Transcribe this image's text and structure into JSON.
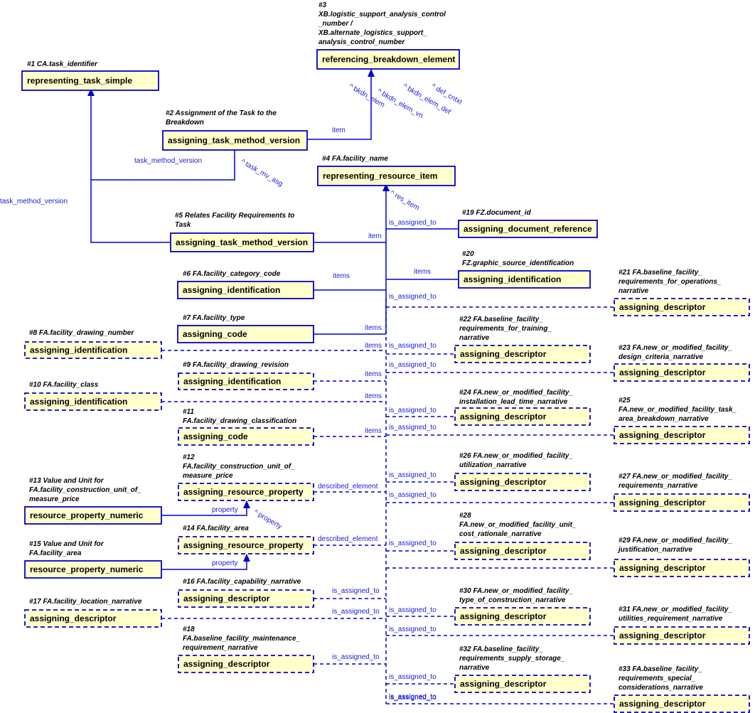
{
  "colors": {
    "box_fill": "#ffffcc",
    "line": "#0000cc",
    "label": "#1a1ad6"
  },
  "entities": [
    {
      "id": "e1",
      "name": "representing_task_simple",
      "style": "solid",
      "caption": [
        "#1 CA.task_identifier"
      ]
    },
    {
      "id": "e3",
      "name": "referencing_breakdown_element",
      "style": "solid",
      "caption": [
        "#3",
        "XB.logistic_support_analysis_control",
        "_number /",
        "XB.alternate_logistics_support_",
        "analysis_control_number"
      ]
    },
    {
      "id": "e2",
      "name": "assigning_task_method_version",
      "style": "solid",
      "caption": [
        "#2 Assignment of the Task to the",
        "Breakdown"
      ]
    },
    {
      "id": "e4",
      "name": "representing_resource_item",
      "style": "solid",
      "caption": [
        "#4 FA.facility_name"
      ]
    },
    {
      "id": "e5",
      "name": "assigning_task_method_version",
      "style": "solid",
      "caption": [
        "#5 Relates Facility Requirements to",
        "Task"
      ]
    },
    {
      "id": "e19",
      "name": "assigning_document_reference",
      "style": "solid",
      "caption": [
        "#19 FZ.document_id"
      ]
    },
    {
      "id": "e6",
      "name": "assigning_identification",
      "style": "solid",
      "caption": [
        "#6 FA.facility_category_code"
      ]
    },
    {
      "id": "e20",
      "name": "assigning_identification",
      "style": "solid",
      "caption": [
        "#20",
        "FZ.graphic_source_identification"
      ]
    },
    {
      "id": "e21",
      "name": "assigning_descriptor",
      "style": "dashed",
      "caption": [
        "#21 FA.baseline_facility_",
        "requirements_for_operations_",
        "narrative"
      ]
    },
    {
      "id": "e7",
      "name": "assigning_code",
      "style": "solid",
      "caption": [
        "#7 FA.facility_type"
      ]
    },
    {
      "id": "e8",
      "name": "assigning_identification",
      "style": "dashed",
      "caption": [
        "#8 FA.facility_drawing_number"
      ]
    },
    {
      "id": "e22",
      "name": "assigning_descriptor",
      "style": "dashed",
      "caption": [
        "#22 FA.baseline_facility_",
        "requirements_for_training_",
        "narrative"
      ]
    },
    {
      "id": "e23",
      "name": "assigning_descriptor",
      "style": "dashed",
      "caption": [
        "#23 FA.new_or_modified_facility_",
        "design_criteria_narrative"
      ]
    },
    {
      "id": "e9",
      "name": "assigning_identification",
      "style": "dashed",
      "caption": [
        "#9 FA.facility_drawing_revision"
      ]
    },
    {
      "id": "e10",
      "name": "assigning_identification",
      "style": "dashed",
      "caption": [
        "#10 FA.facility_class"
      ]
    },
    {
      "id": "e24",
      "name": "assigning_descriptor",
      "style": "dashed",
      "caption": [
        "#24 FA.new_or_modified_facility_",
        "installation_lead_time_narrative"
      ]
    },
    {
      "id": "e11",
      "name": "assigning_code",
      "style": "dashed",
      "caption": [
        "#11",
        "FA.facility_drawing_classification"
      ]
    },
    {
      "id": "e25",
      "name": "assigning_descriptor",
      "style": "dashed",
      "caption": [
        "#25",
        "FA.new_or_modified_facility_task_",
        "area_breakdown_narrative"
      ]
    },
    {
      "id": "e12",
      "name": "assigning_resource_property",
      "style": "dashed",
      "caption": [
        "#12",
        "FA.facility_construction_unit_of_",
        "measure_price"
      ]
    },
    {
      "id": "e26",
      "name": "assigning_descriptor",
      "style": "dashed",
      "caption": [
        "#26 FA.new_or_modified_facility_",
        "utilization_narrative"
      ]
    },
    {
      "id": "e13",
      "name": "resource_property_numeric",
      "style": "solid",
      "caption": [
        "#13 Value and Unit for",
        "FA.facility_construction_unit_of_",
        "measure_price"
      ]
    },
    {
      "id": "e27",
      "name": "assigning_descriptor",
      "style": "dashed",
      "caption": [
        "#27 FA.new_or_modified_facility_",
        "requirements_narrative"
      ]
    },
    {
      "id": "e14",
      "name": "assigning_resource_property",
      "style": "dashed",
      "caption": [
        "#14 FA.facility_area"
      ]
    },
    {
      "id": "e28",
      "name": "assigning_descriptor",
      "style": "dashed",
      "caption": [
        "#28",
        "FA.new_or_modified_facility_unit_",
        "cost_rationale_narrative"
      ]
    },
    {
      "id": "e15",
      "name": "resource_property_numeric",
      "style": "solid",
      "caption": [
        "#15 Value and Unit for",
        "FA.facility_area"
      ]
    },
    {
      "id": "e29",
      "name": "assigning_descriptor",
      "style": "dashed",
      "caption": [
        "#29 FA.new_or_modified_facility_",
        "justification_narrative"
      ]
    },
    {
      "id": "e16",
      "name": "assigning_descriptor",
      "style": "dashed",
      "caption": [
        "#16 FA.facility_capability_narrative"
      ]
    },
    {
      "id": "e17",
      "name": "assigning_descriptor",
      "style": "dashed",
      "caption": [
        "#17 FA.facility_location_narrative"
      ]
    },
    {
      "id": "e30",
      "name": "assigning_descriptor",
      "style": "dashed",
      "caption": [
        "#30 FA.new_or_modified_facility_",
        "type_of_construction_narrative"
      ]
    },
    {
      "id": "e31",
      "name": "assigning_descriptor",
      "style": "dashed",
      "caption": [
        "#31 FA.new_or_modified_facility_",
        "utilities_requirement_narrative"
      ]
    },
    {
      "id": "e18",
      "name": "assigning_descriptor",
      "style": "dashed",
      "caption": [
        "#18",
        "FA.baseline_facility_maintenance_",
        "requirement_narrative"
      ]
    },
    {
      "id": "e32",
      "name": "assigning_descriptor",
      "style": "dashed",
      "caption": [
        "#32 FA.baseline_facility_",
        "requirements_supply_storage_",
        "narrative"
      ]
    },
    {
      "id": "e33",
      "name": "assigning_descriptor",
      "style": "dashed",
      "caption": [
        "#33 FA.baseline_facility_",
        "requirements_special_",
        "considerations_narrative"
      ]
    }
  ],
  "labels": [
    "^ bkdn_elem",
    "^ bkdn_elem_vn",
    "^ bkdn_elem_def",
    "^ def_cntxt",
    "item",
    "task_method_version",
    "^ task_mv_asg",
    "task_method_version",
    "^ res_item",
    "is_assigned_to",
    "item",
    "items",
    "items",
    "is_assigned_to",
    "items",
    "items",
    "is_assigned_to",
    "is_assigned_to",
    "items",
    "items",
    "is_assigned_to",
    "items",
    "is_assigned_to",
    "is_assigned_to",
    "described_element",
    "is_assigned_to",
    "property",
    "^ property",
    "described_element",
    "is_assigned_to",
    "property",
    "is_assigned_to",
    "is_assigned_to",
    "is_assigned_to",
    "is_assigned_to",
    "is_assigned_to",
    "is_assigned_to",
    "is_assigned_to",
    "is_assigned_to"
  ]
}
